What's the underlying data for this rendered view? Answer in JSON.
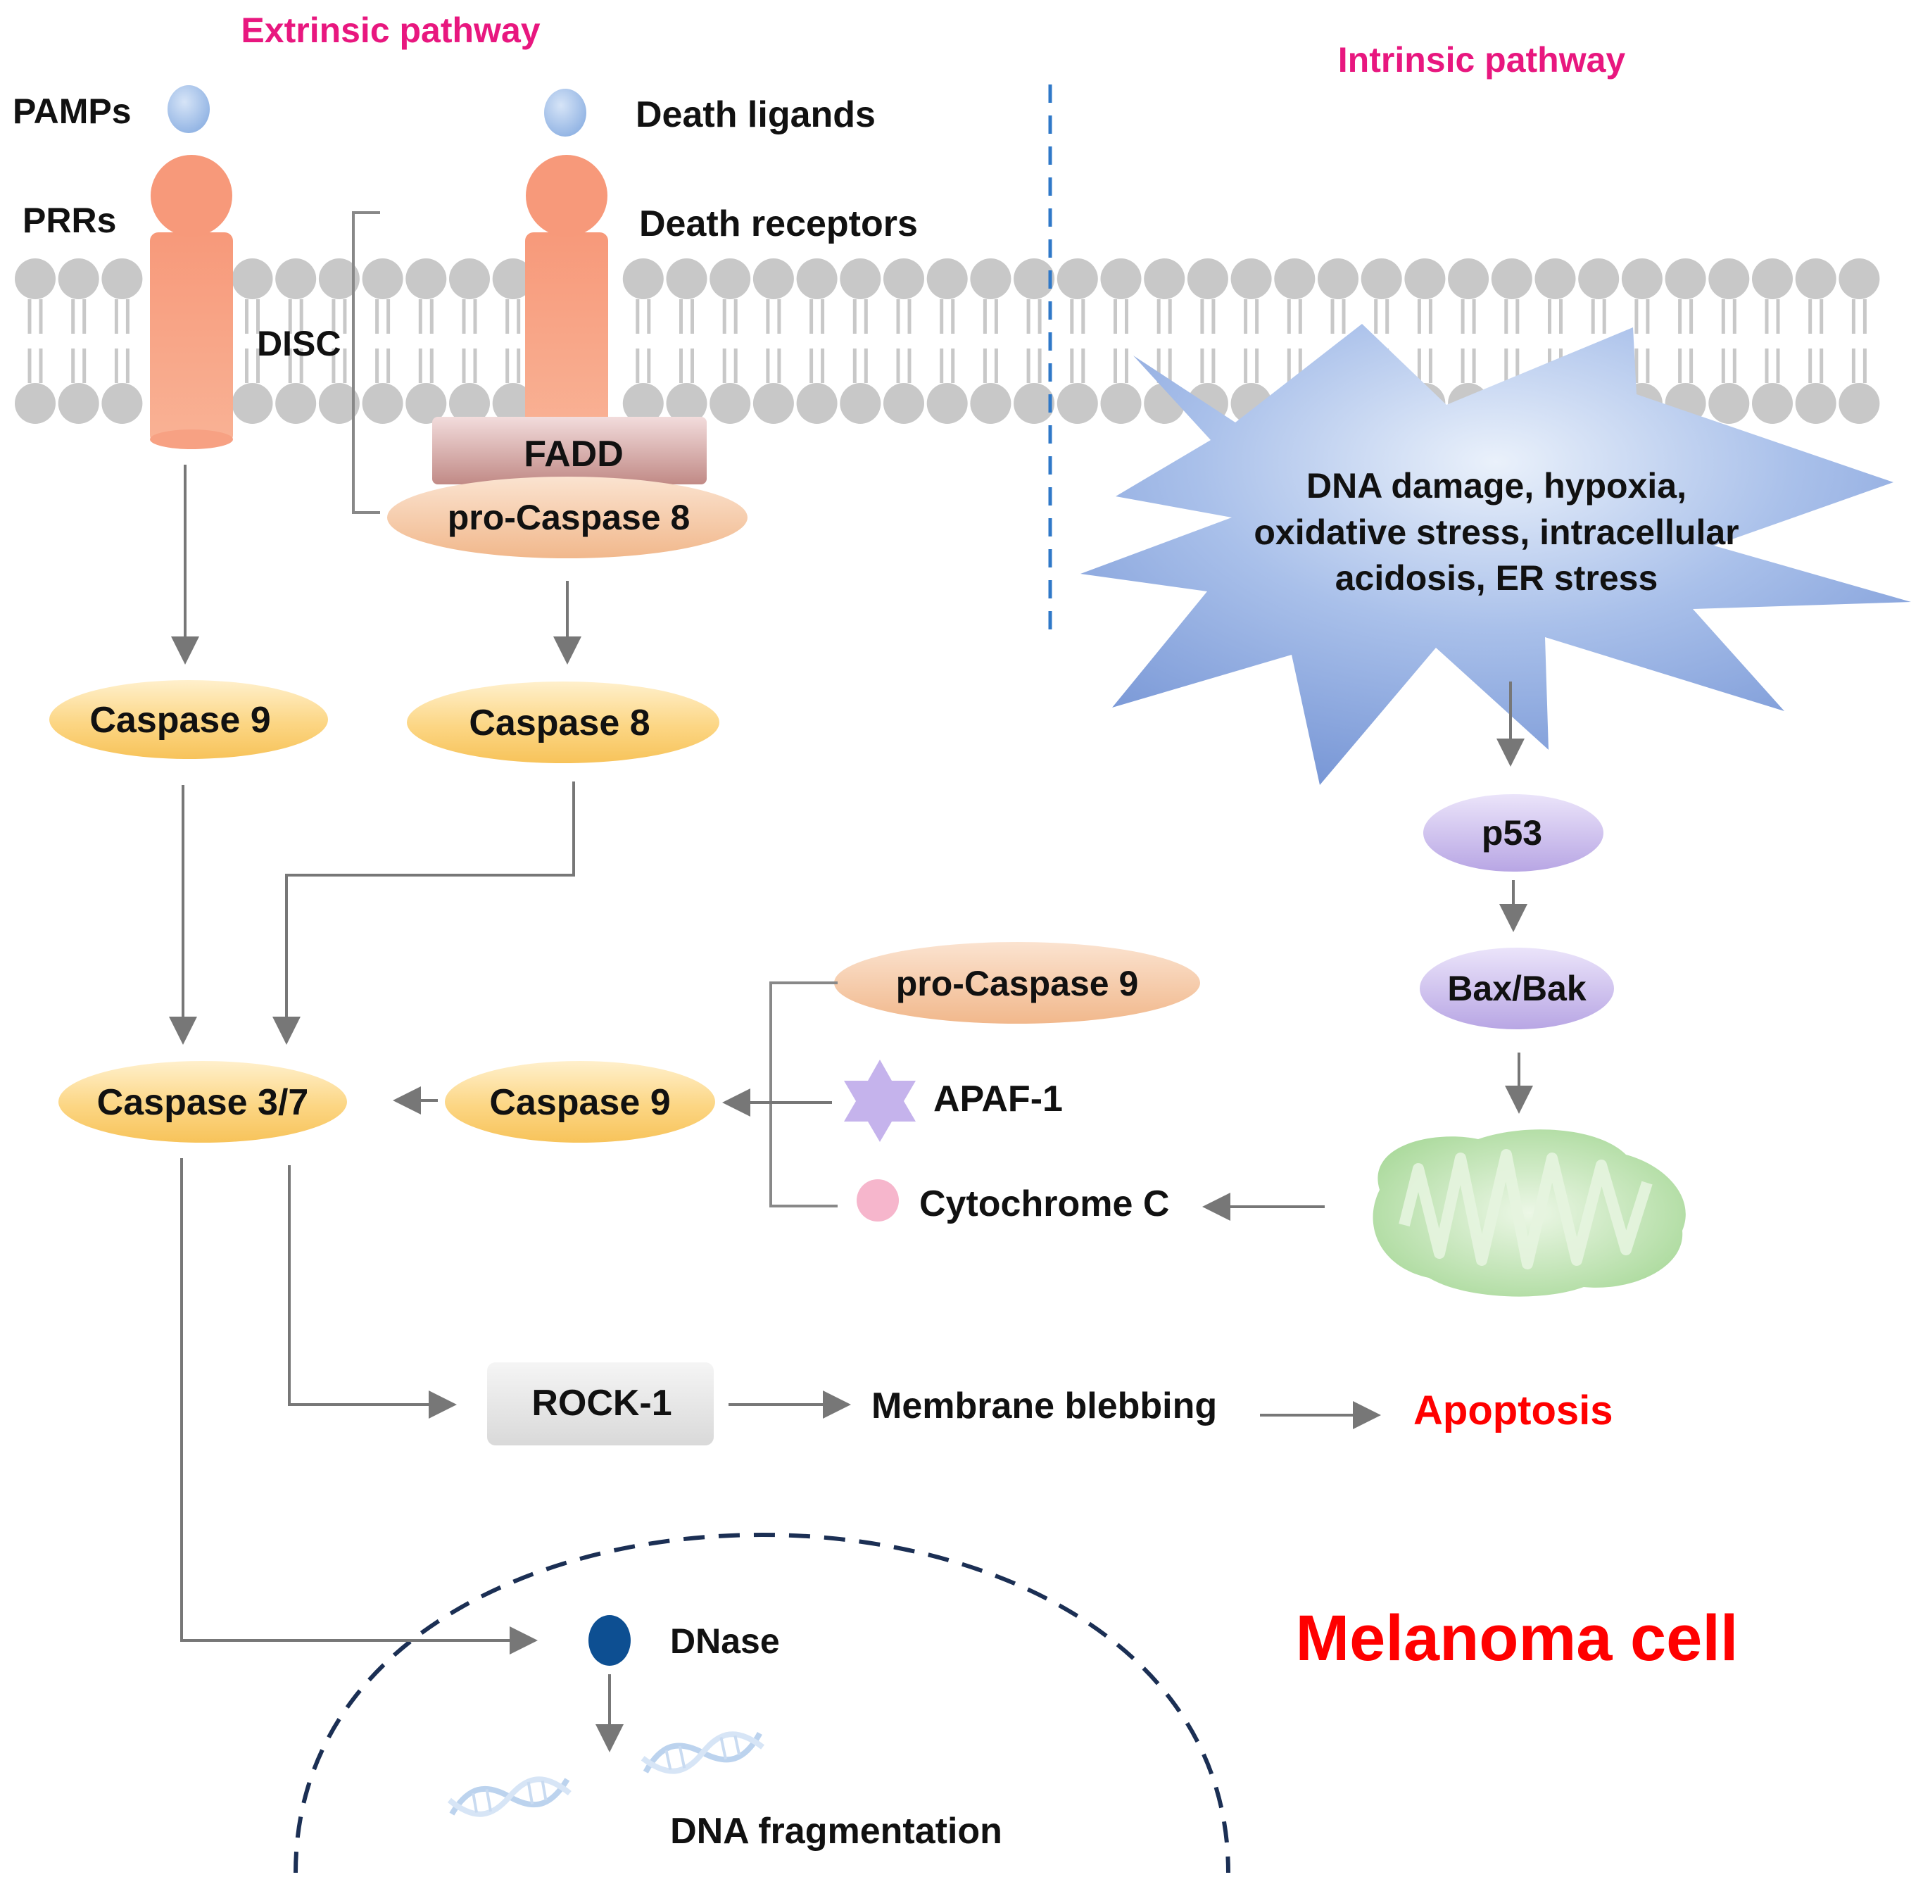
{
  "labels": {
    "extrinsic_pathway": "Extrinsic pathway",
    "intrinsic_pathway": "Intrinsic pathway",
    "pamps": "PAMPs",
    "death_ligands": "Death ligands",
    "prrs": "PRRs",
    "death_receptors": "Death receptors",
    "disc": "DISC",
    "fadd": "FADD",
    "pro_caspase_8": "pro-Caspase 8",
    "caspase_9_left": "Caspase 9",
    "caspase_8": "Caspase 8",
    "stress_line1": "DNA damage, hypoxia,",
    "stress_line2": "oxidative stress, intracellular",
    "stress_line3": "acidosis, ER stress",
    "p53": "p53",
    "bax_bak": "Bax/Bak",
    "pro_caspase_9": "pro-Caspase 9",
    "apaf_1": "APAF-1",
    "cytochrome_c": "Cytochrome C",
    "caspase_3_7": "Caspase 3/7",
    "caspase_9_mid": "Caspase 9",
    "rock_1": "ROCK-1",
    "membrane_blebbing": "Membrane blebbing",
    "apoptosis": "Apoptosis",
    "dnase": "DNase",
    "melanoma_cell": "Melanoma cell",
    "dna_fragmentation": "DNA fragmentation"
  },
  "colors": {
    "pathway_title": "#e8177f",
    "red_text": "#ff0000",
    "receptor": "#f7a183",
    "ligand": "#a8c4ea",
    "lipid": "#c8c8c8",
    "caspase_yellow": "#fcd27a",
    "pro_caspase": "#f6c9a6",
    "fadd": "#c9908c",
    "stress_star": "#8fa9dd",
    "purple": "#c8b8ea",
    "mitochondrion": "#bfe3b3",
    "cytochrome": "#f6b6cc",
    "dnase": "#0d4f92",
    "arrow": "#777777",
    "divider": "#2f78c8",
    "nucleus": "#1b2f54"
  }
}
